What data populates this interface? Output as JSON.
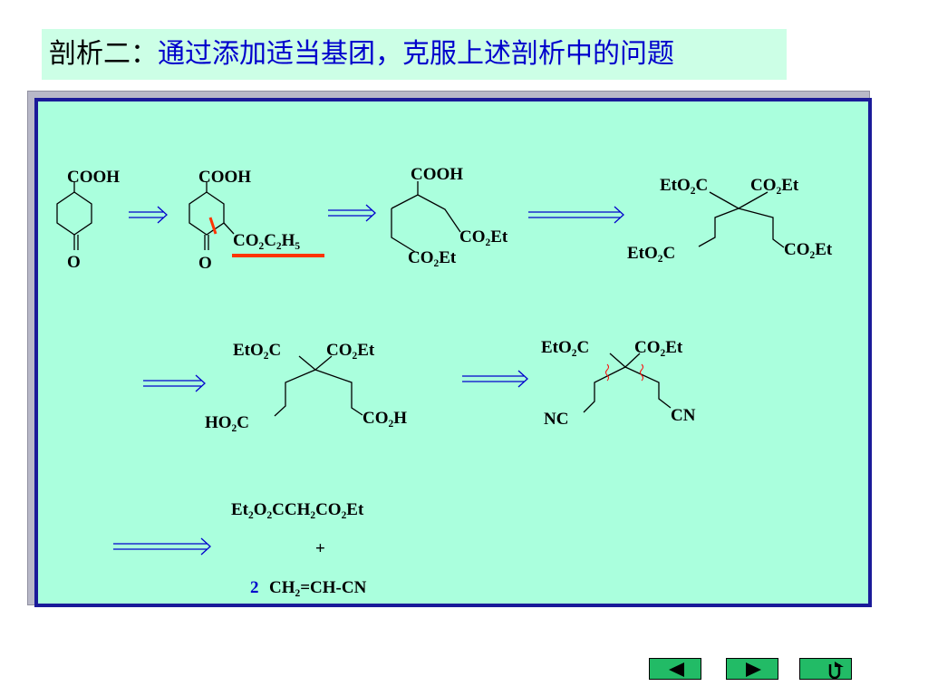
{
  "title": {
    "prefix": "剖析二：",
    "text": "通过添加适当基团，克服上述剖析中的问题"
  },
  "molecules": {
    "m1": {
      "cooh": "COOH",
      "oxo": "O"
    },
    "m2": {
      "cooh": "COOH",
      "oxo": "O",
      "substituent": "CO₂C₂H₅"
    },
    "m3": {
      "cooh": "COOH",
      "ester_right": "CO₂Et",
      "ester_bottom": "CO₂Et"
    },
    "m4": {
      "top_left": "EtO₂C",
      "top_right": "CO₂Et",
      "bottom_left": "EtO₂C",
      "bottom_right": "CO₂Et"
    },
    "m5": {
      "top_left": "EtO₂C",
      "top_right": "CO₂Et",
      "bottom_left": "HO₂C",
      "bottom_right": "CO₂H"
    },
    "m6": {
      "top_left": "EtO₂C",
      "top_right": "CO₂Et",
      "bottom_left": "NC",
      "bottom_right": "CN"
    },
    "reagents": {
      "line1": "Et₂O₂CCH₂CO₂Et",
      "plus": "+",
      "coefficient": "2",
      "line2": "CH₂=CH-CN"
    }
  },
  "colors": {
    "title_background": "#ccffe6",
    "title_prefix": "#000000",
    "title_text": "#0000cc",
    "panel_background": "#aaffdd",
    "panel_border": "#1a1a99",
    "arrow": "#0000cc",
    "disconnection_mark": "#ff3300",
    "wavy_cut": "#ff0000",
    "nav_button": "#22bb66"
  },
  "nav": {
    "prev_icon": "left-triangle-icon",
    "next_icon": "right-triangle-icon",
    "return_icon": "return-arrow-icon"
  }
}
